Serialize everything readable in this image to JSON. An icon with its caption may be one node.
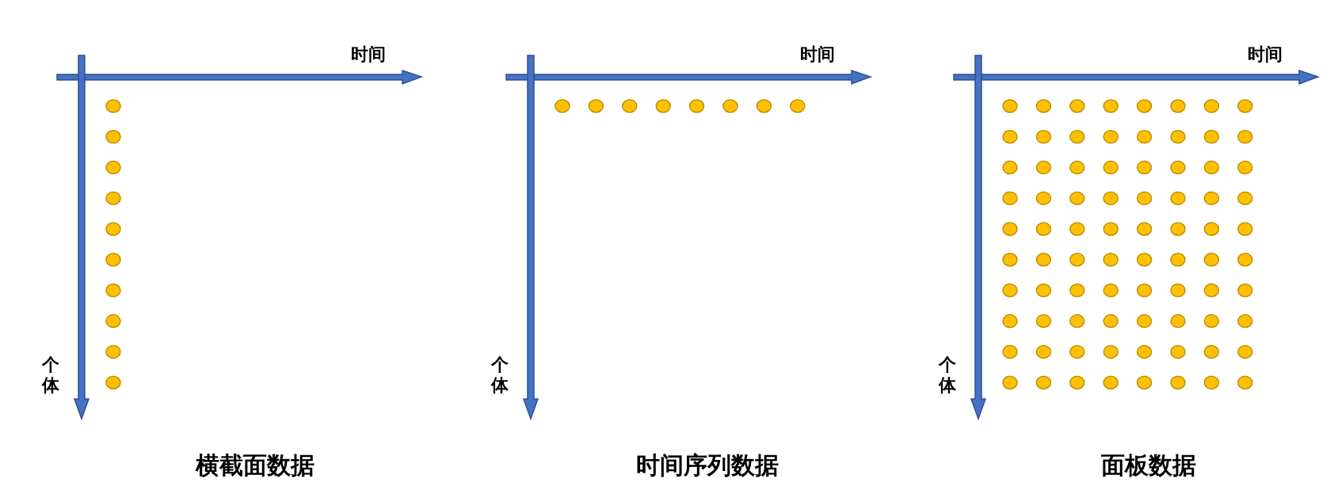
{
  "diagram": {
    "labels": [
      "时间",
      "时间",
      "时间",
      "个体",
      "个体",
      "个体",
      "横截面数据",
      "时间序列数据",
      "面板数据"
    ]
  }
}
